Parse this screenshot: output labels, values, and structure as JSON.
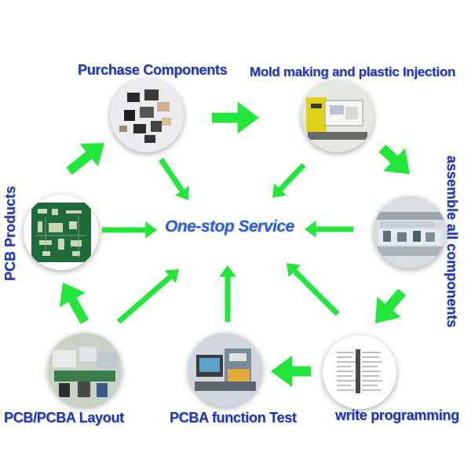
{
  "center": {
    "title": "One-stop Service"
  },
  "steps": [
    {
      "label": "Purchase Components",
      "icon": "components-photo-icon"
    },
    {
      "label": "Mold making and plastic Injection",
      "icon": "injection-machine-photo-icon"
    },
    {
      "label": "assemble all components",
      "icon": "assembly-line-photo-icon"
    },
    {
      "label": "write programming",
      "icon": "programming-sheet-photo-icon"
    },
    {
      "label": "PCBA function Test",
      "icon": "test-fixture-photo-icon"
    },
    {
      "label": "PCB/PCBA Layout",
      "icon": "layout-workshop-photo-icon"
    },
    {
      "label": "PCB Products",
      "icon": "pcb-board-photo-icon"
    }
  ],
  "colors": {
    "arrow": "#22e63a",
    "label": "#1f34b5",
    "center": "#2b5ce0"
  }
}
